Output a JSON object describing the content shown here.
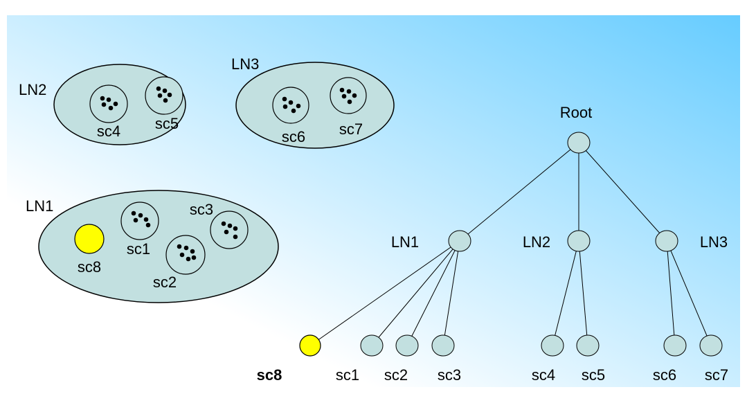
{
  "left_groups": [
    {
      "id": "LN2",
      "label": "LN2",
      "members": [
        "sc4",
        "sc5"
      ]
    },
    {
      "id": "LN3",
      "label": "LN3",
      "members": [
        "sc6",
        "sc7"
      ]
    },
    {
      "id": "LN1",
      "label": "LN1",
      "members": [
        "sc8",
        "sc1",
        "sc3",
        "sc2"
      ]
    }
  ],
  "tree": {
    "root": "Root",
    "level1": [
      {
        "id": "LN1",
        "label": "LN1",
        "children": [
          "sc8",
          "sc1",
          "sc2",
          "sc3"
        ]
      },
      {
        "id": "LN2",
        "label": "LN2",
        "children": [
          "sc4",
          "sc5"
        ]
      },
      {
        "id": "LN3",
        "label": "LN3",
        "children": [
          "sc6",
          "sc7"
        ]
      }
    ],
    "leaves": [
      "sc8",
      "sc1",
      "sc2",
      "sc3",
      "sc4",
      "sc5",
      "sc6",
      "sc7"
    ],
    "highlighted": "sc8"
  },
  "colors": {
    "node_fill": "#c2e0e0",
    "highlight_fill": "#ffff00",
    "background_start": "#ffffff",
    "background_end": "#66ccff"
  }
}
